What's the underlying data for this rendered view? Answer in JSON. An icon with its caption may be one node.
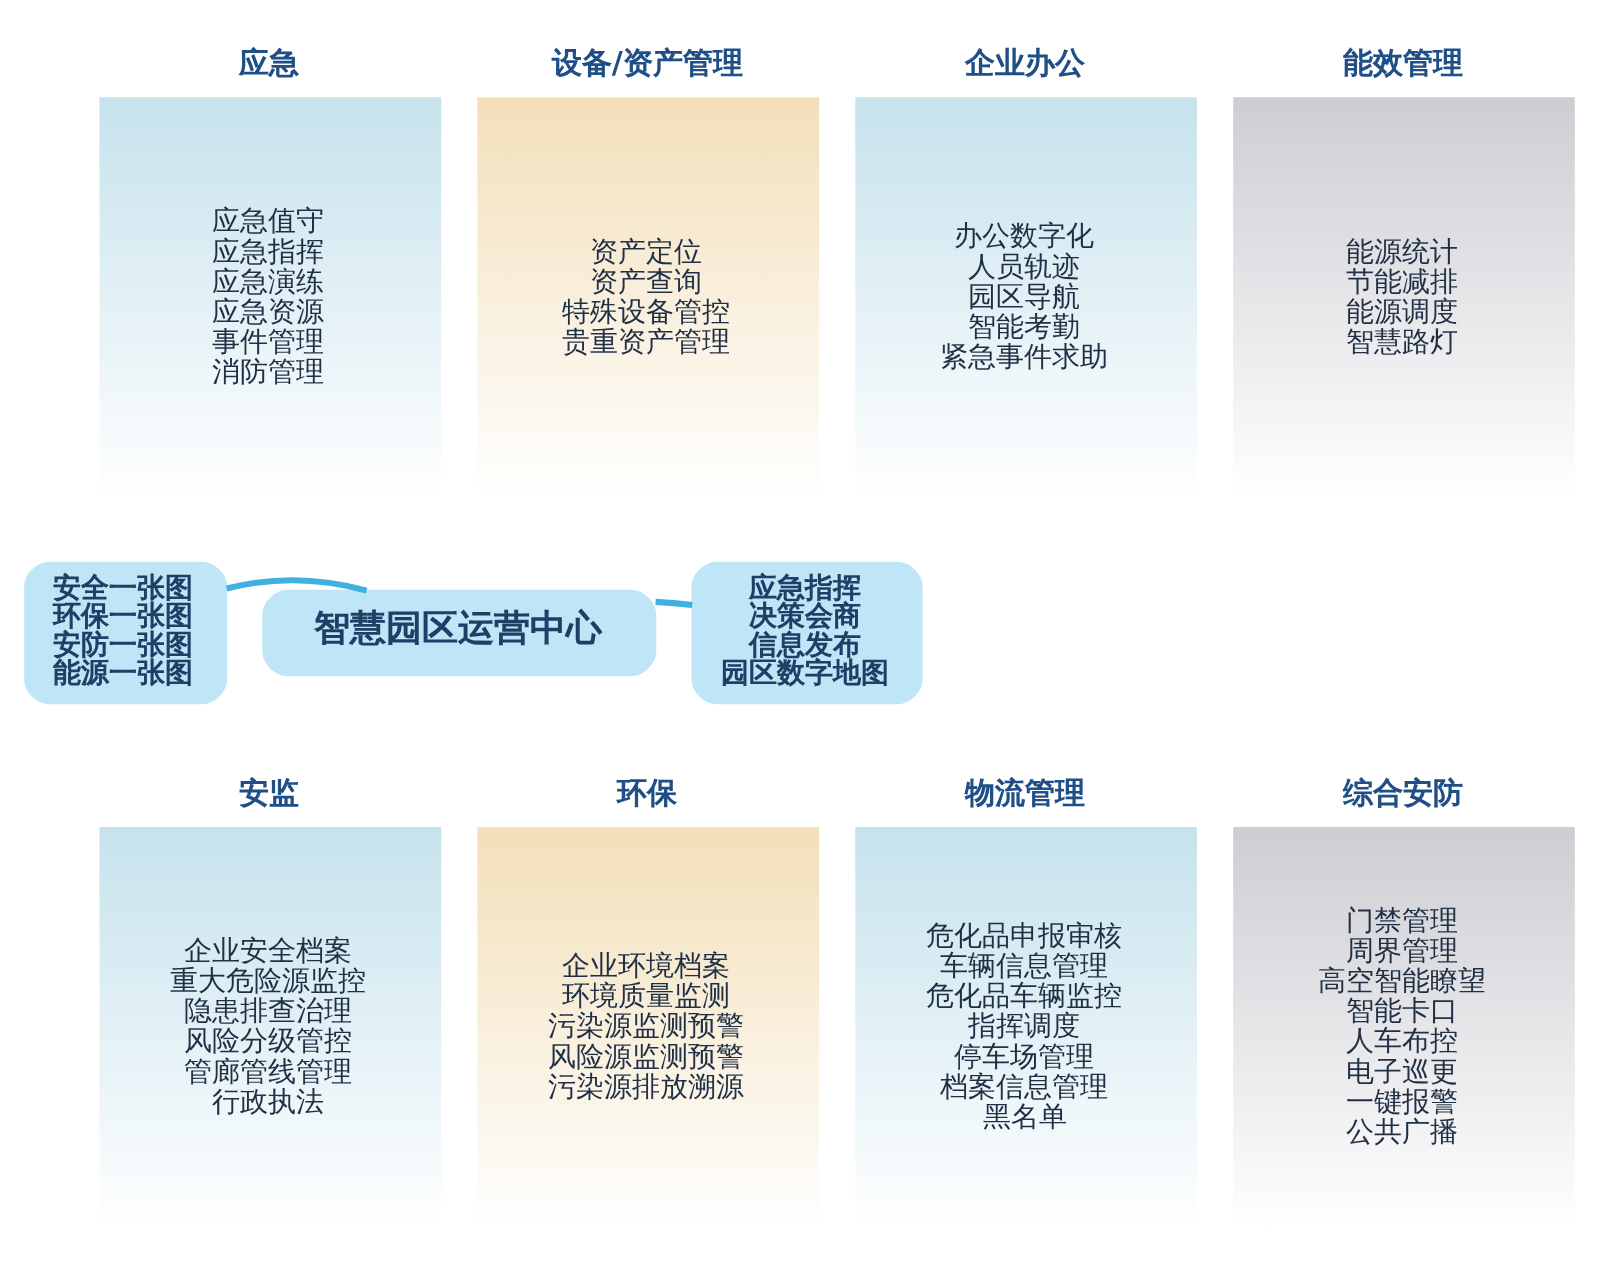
{
  "diagram": {
    "nodes": [
      {
        "text": [
          "应急",
          "应急值守",
          "应急指挥",
          "应急演练",
          "应急资源",
          "事件管理",
          "消防管理"
        ]
      },
      {
        "text": [
          "设备/资产管理",
          "资产定位",
          "资产查询",
          "特殊设备管控",
          "贵重资产管理"
        ]
      },
      {
        "text": [
          "企业办公",
          "办公数字化",
          "人员轨迹",
          "园区导航",
          "智能考勤",
          "紧急事件求助"
        ]
      },
      {
        "text": [
          "能效管理",
          "能源统计",
          "节能减排",
          "能源调度",
          "智慧路灯"
        ]
      },
      {
        "text": [
          "安全一张图",
          "环保一张图",
          "安防一张图",
          "能源一张图"
        ]
      },
      {
        "text": [
          "智慧园区运营中心"
        ]
      },
      {
        "text": [
          "应急指挥",
          "决策会商",
          "信息发布",
          "园区数字地图"
        ]
      },
      {
        "text": [
          "安监",
          "企业安全档案",
          "重大危险源监控",
          "隐患排查治理",
          "风险分级管控",
          "管廊管线管理",
          "行政执法"
        ]
      },
      {
        "text": [
          "环保",
          "企业环境档案",
          "环境质量监测",
          "污染源监测预警",
          "风险源监测预警",
          "污染源排放溯源"
        ]
      },
      {
        "text": [
          "物流管理",
          "危化品申报审核",
          "车辆信息管理",
          "危化品车辆监控",
          "指挥调度",
          "停车场管理",
          "档案信息管理",
          "黑名单"
        ]
      },
      {
        "text": [
          "综合安防",
          "门禁管理",
          "周界管理",
          "高空智能瞭望",
          "智能卡口",
          "人车布控",
          "电子巡更",
          "一键报警",
          "公共广播"
        ]
      }
    ],
    "edges": [
      {
        "from": 4,
        "to": 5,
        "arrow": "none"
      },
      {
        "from": 5,
        "to": 6,
        "arrow": "none"
      }
    ]
  }
}
